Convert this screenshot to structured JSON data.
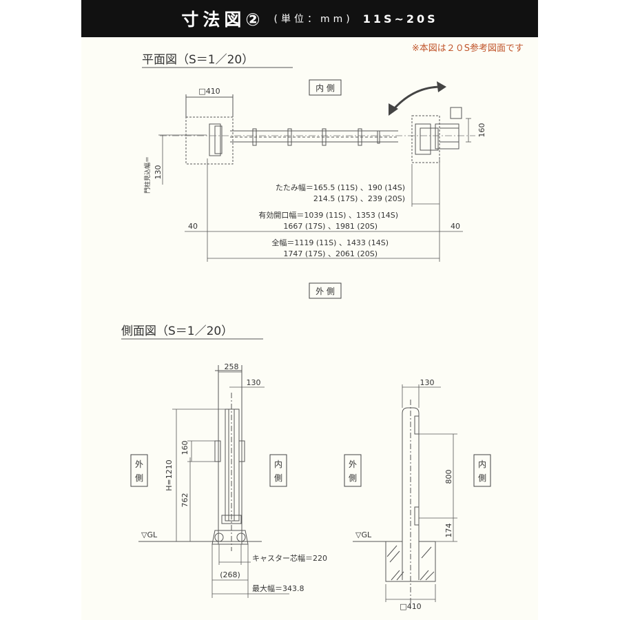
{
  "header": {
    "title": "寸法図②",
    "unit": "(単位：mm)",
    "range": "11S~20S"
  },
  "note": "※本図は２０S参考図面です",
  "plan": {
    "title": "平面図（S＝1／20）",
    "inside_label": "内 側",
    "outside_label": "外 側",
    "post_size": "□410",
    "post_offset_label": "門柱見込幅＝",
    "post_offset_value": "130",
    "dim_160": "160",
    "folded_width_l1": "たたみ幅＝165.5 (11S) 、190 (14S)",
    "folded_width_l2": "214.5 (17S) 、239 (20S)",
    "opening_l1": "有効開口幅＝1039 (11S) 、1353 (14S)",
    "opening_l2": "1667 (17S) 、1981 (20S)",
    "overall_l1": "全幅＝1119 (11S) 、1433 (14S)",
    "overall_l2": "1747 (17S) 、2061 (20S)",
    "margin_left": "40",
    "margin_right": "40"
  },
  "side": {
    "title": "側面図（S＝1／20）",
    "outside_label": [
      "外",
      "側"
    ],
    "inside_label": [
      "内",
      "側"
    ],
    "w258": "258",
    "w130": "130",
    "h1210": "H=1210",
    "h160": "160",
    "h762": "762",
    "gl": "▽GL",
    "caster": "キャスター芯幅＝220",
    "w268": "(268)",
    "max_width": "最大幅＝343.8",
    "r130": "130",
    "r800": "800",
    "r174": "174",
    "base": "□410"
  }
}
